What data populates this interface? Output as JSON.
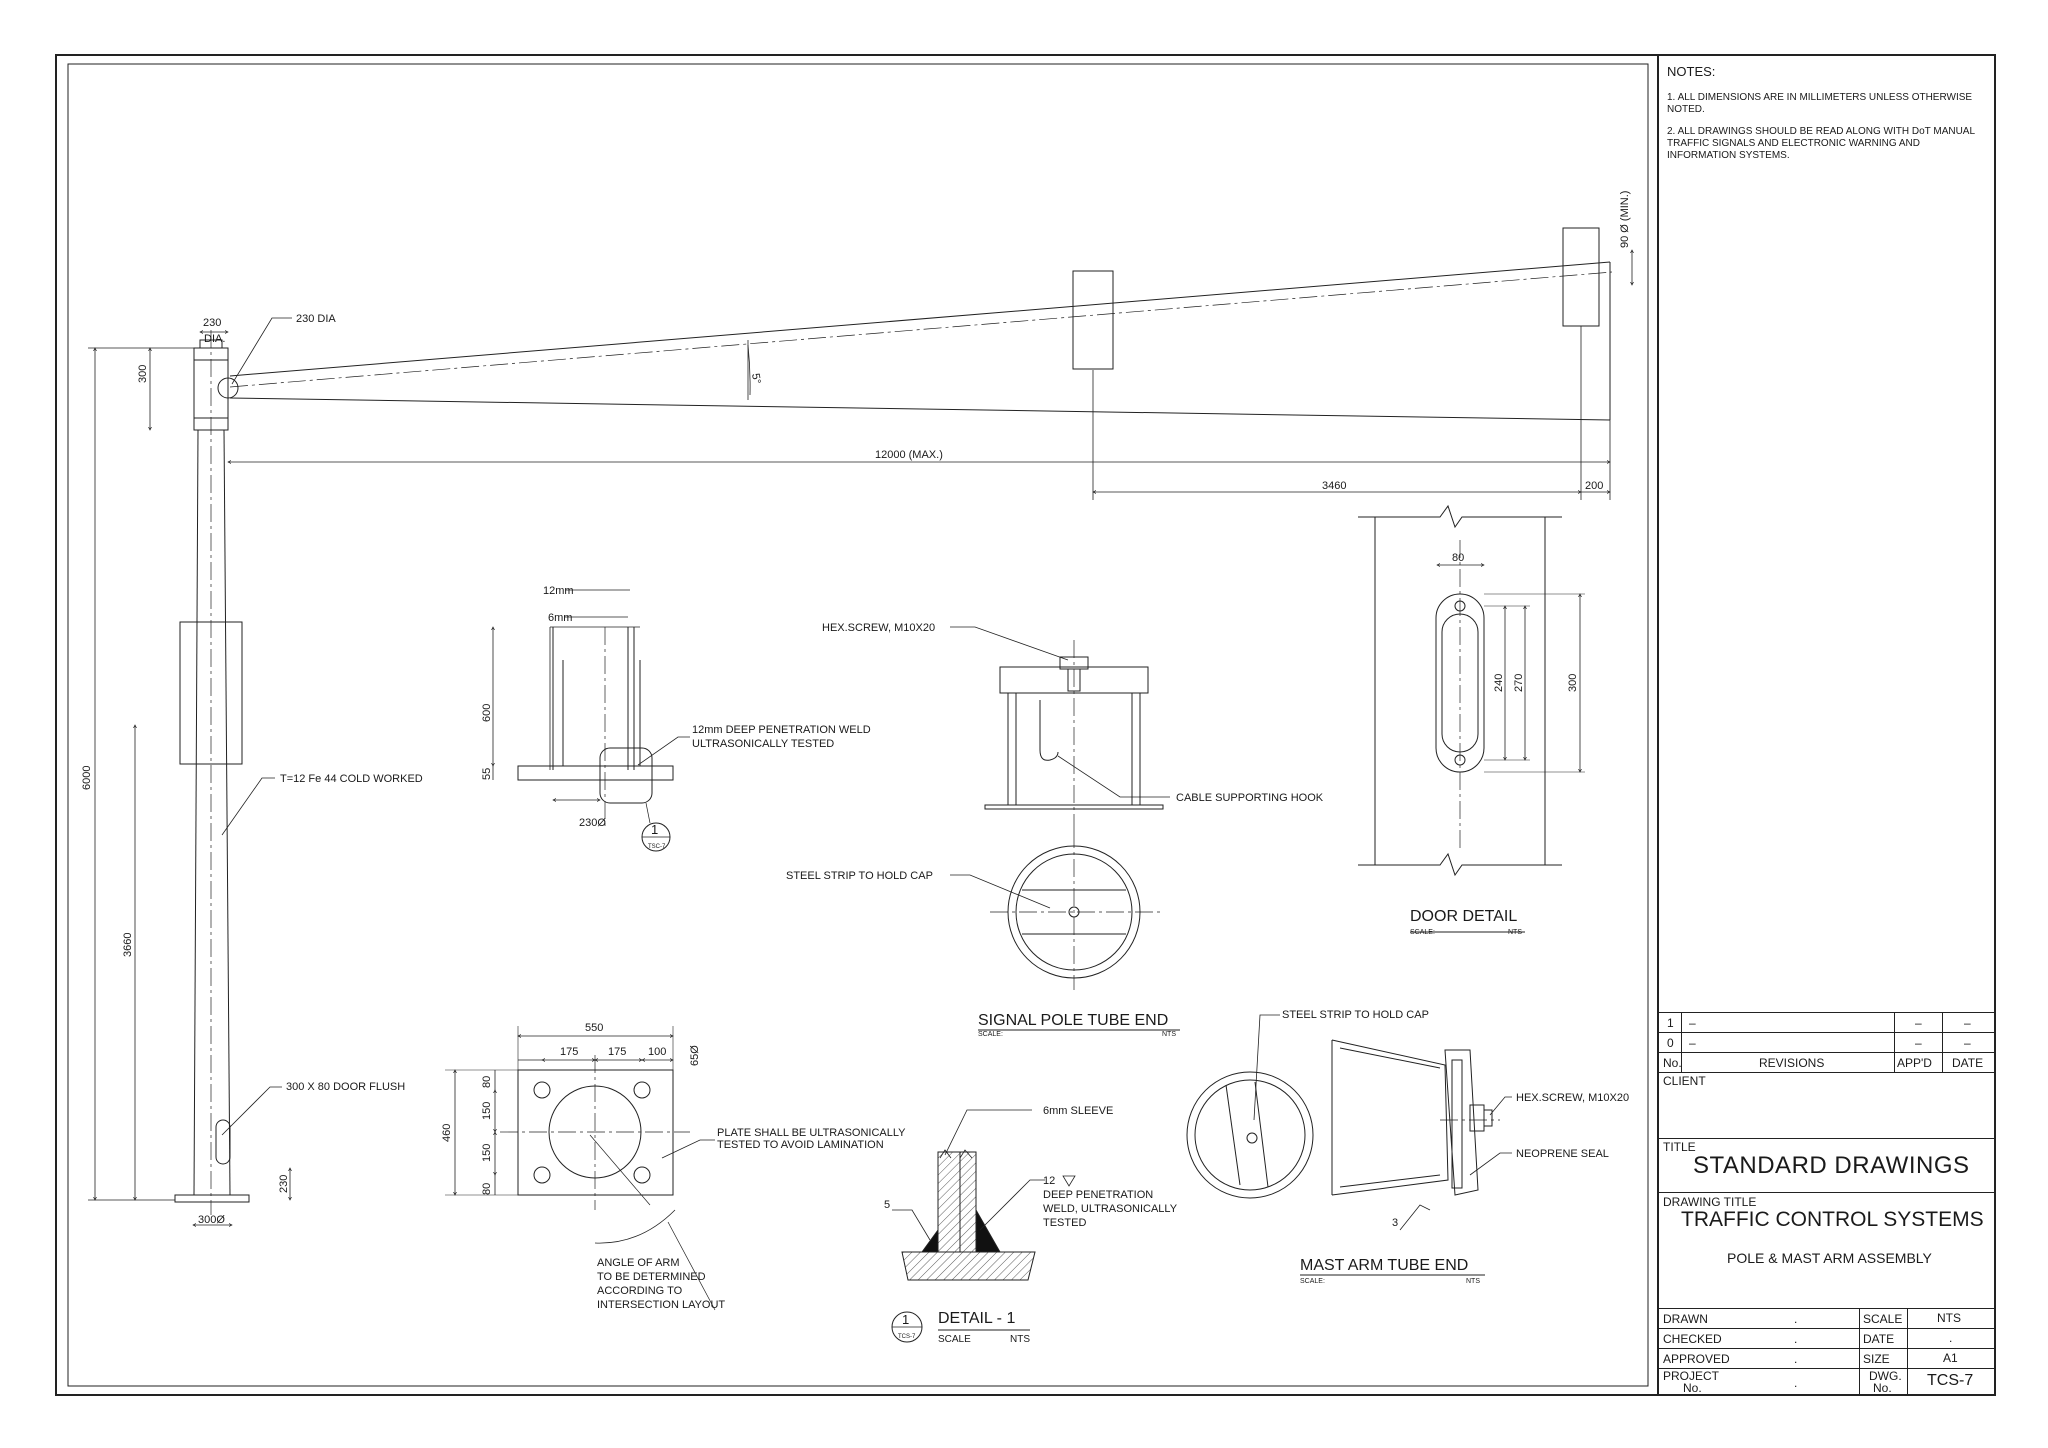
{
  "notes": {
    "title": "NOTES:",
    "items": [
      "1. ALL DIMENSIONS ARE IN MILLIMETERS UNLESS OTHERWISE NOTED.",
      "2. ALL DRAWINGS SHOULD BE READ ALONG WITH DoT MANUAL TRAFFIC SIGNALS AND ELECTRONIC WARNING AND INFORMATION SYSTEMS."
    ]
  },
  "revisions": {
    "rows": [
      {
        "no": "1",
        "desc": "–",
        "appd": "–",
        "date": "–"
      },
      {
        "no": "0",
        "desc": "–",
        "appd": "–",
        "date": "–"
      }
    ],
    "header": {
      "no": "No.",
      "desc": "REVISIONS",
      "appd": "APP'D",
      "date": "DATE"
    }
  },
  "client_label": "CLIENT",
  "title_label": "TITLE",
  "title": "STANDARD DRAWINGS",
  "drawing_title_label": "DRAWING TITLE",
  "drawing_title": "TRAFFIC CONTROL SYSTEMS",
  "drawing_subtitle": "POLE & MAST ARM ASSEMBLY",
  "info": {
    "drawn_label": "DRAWN",
    "drawn_value": ".",
    "checked_label": "CHECKED",
    "checked_value": ".",
    "approved_label": "APPROVED",
    "approved_value": ".",
    "project_label": "PROJECT",
    "project_label2": "No.",
    "project_value": ".",
    "scale_label": "SCALE",
    "scale_value": "NTS",
    "date_label": "DATE",
    "date_value": ".",
    "size_label": "SIZE",
    "size_value": "A1",
    "dwg_label": "DWG.",
    "dwg_label2": "No.",
    "dwg_value": "TCS-7"
  },
  "pole": {
    "top_dia_a": "230",
    "top_dia_b": "DIA.",
    "dia_callout": "230 DIA",
    "head_h": "300",
    "arm_angle": "5°",
    "arm_length": "12000 (MAX.)",
    "sig_offset": "3460",
    "end_offset": "200",
    "arm_end_dia": "90 Ø (MIN.)",
    "height": "6000",
    "door_height": "3660",
    "base_h": "230",
    "base_dia": "300Ø",
    "material": "T=12 Fe 44 COLD WORKED",
    "door": "300 X 80 DOOR FLUSH"
  },
  "weld_detail": {
    "d12": "12mm",
    "d6": "6mm",
    "h600": "600",
    "h55": "55",
    "dia": "230Ø",
    "callout_a": "12mm DEEP PENETRATION WELD",
    "callout_b": "ULTRASONICALLY TESTED",
    "bubble_no": "1",
    "bubble_ref": "TSC-7"
  },
  "signal_end": {
    "screw": "HEX.SCREW, M10X20",
    "hook": "CABLE SUPPORTING HOOK",
    "strip": "STEEL STRIP TO HOLD CAP",
    "title": "SIGNAL POLE TUBE END",
    "scale_lbl": "SCALE:",
    "scale_val": "NTS"
  },
  "door_detail": {
    "w80": "80",
    "h240": "240",
    "h270": "270",
    "h300": "300",
    "title": "DOOR DETAIL",
    "scale_lbl": "SCALE:",
    "scale_val": "NTS"
  },
  "base_plate": {
    "w550": "550",
    "d175a": "175",
    "d175b": "175",
    "d100": "100",
    "d65": "65Ø",
    "h80a": "80",
    "h150a": "150",
    "h150b": "150",
    "h80b": "80",
    "h460": "460",
    "callout_a": "PLATE SHALL BE ULTRASONICALLY",
    "callout_b": "TESTED TO AVOID LAMINATION",
    "angle_a": "ANGLE OF ARM",
    "angle_b": "TO BE DETERMINED",
    "angle_c": "ACCORDING TO",
    "angle_d": "INTERSECTION LAYOUT"
  },
  "detail1": {
    "sleeve": "6mm SLEEVE",
    "weld12": "12",
    "weld_a": "DEEP PENETRATION",
    "weld_b": "WELD, ULTRASONICALLY",
    "weld_c": "TESTED",
    "weld5": "5",
    "bubble_no": "1",
    "bubble_ref": "TCS-7",
    "title": "DETAIL - 1",
    "scale_lbl": "SCALE",
    "scale_val": "NTS"
  },
  "mast_end": {
    "strip": "STEEL STRIP TO HOLD CAP",
    "screw": "HEX.SCREW, M10X20",
    "seal": "NEOPRENE SEAL",
    "weld3": "3",
    "title": "MAST ARM TUBE END",
    "scale_lbl": "SCALE:",
    "scale_val": "NTS"
  }
}
